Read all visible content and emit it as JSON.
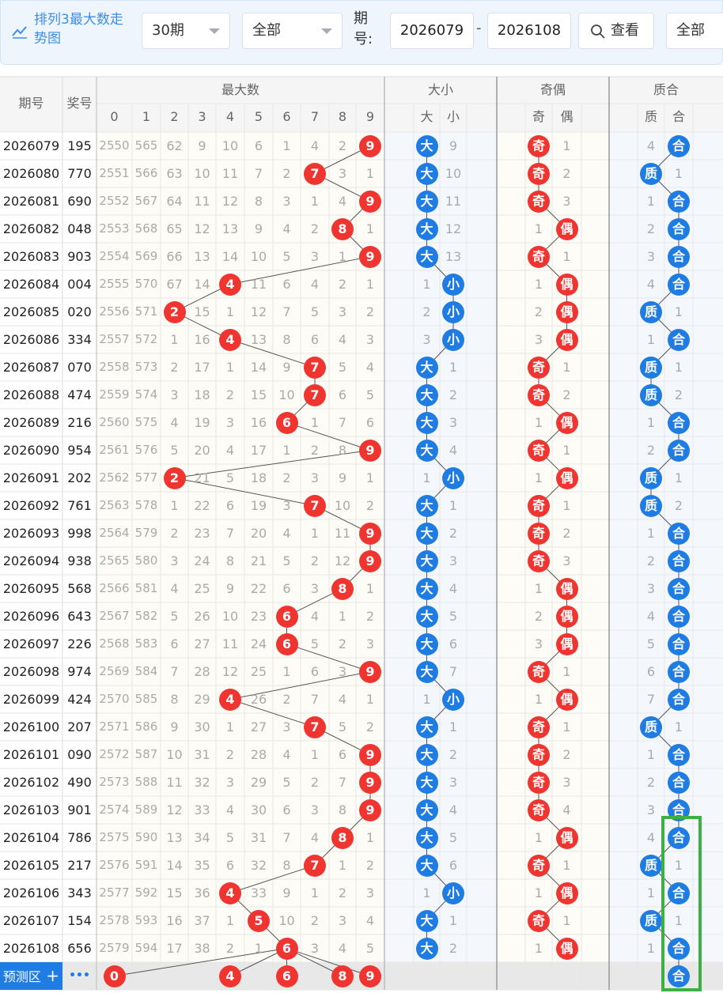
{
  "toolbar": {
    "title": "排列3最大数走势图",
    "period_select": "30期",
    "filter_select": "全部",
    "issue_label": "期号:",
    "issue_from": "2026079",
    "issue_to": "2026108",
    "dash": "-",
    "search_label": "查看",
    "filter_select2": "全部"
  },
  "header": {
    "issue": "期号",
    "prize": "奖号",
    "max_group": "最大数",
    "digits": [
      "0",
      "1",
      "2",
      "3",
      "4",
      "5",
      "6",
      "7",
      "8",
      "9"
    ],
    "size_group": "大小",
    "size_labels": [
      "大",
      "小"
    ],
    "odd_group": "奇偶",
    "odd_labels": [
      "奇",
      "偶"
    ],
    "prime_group": "质合",
    "prime_labels": [
      "质",
      "合"
    ]
  },
  "rows": [
    {
      "issue": "2026079",
      "prize": "195",
      "max": 9,
      "miss": [
        "2550",
        "565",
        "62",
        "9",
        "10",
        "6",
        "1",
        "4",
        "2",
        "9"
      ],
      "size": "大",
      "size_miss": [
        "大",
        "9"
      ],
      "odd": "奇",
      "odd_miss": [
        "奇",
        "1"
      ],
      "prime": "合",
      "prime_miss": [
        "4",
        "合"
      ]
    },
    {
      "issue": "2026080",
      "prize": "770",
      "max": 7,
      "miss": [
        "2551",
        "566",
        "63",
        "10",
        "11",
        "7",
        "2",
        "7",
        "3",
        "1"
      ],
      "size": "大",
      "size_miss": [
        "大",
        "10"
      ],
      "odd": "奇",
      "odd_miss": [
        "奇",
        "2"
      ],
      "prime": "质",
      "prime_miss": [
        "质",
        "1"
      ]
    },
    {
      "issue": "2026081",
      "prize": "690",
      "max": 9,
      "miss": [
        "2552",
        "567",
        "64",
        "11",
        "12",
        "8",
        "3",
        "1",
        "4",
        "9"
      ],
      "size": "大",
      "size_miss": [
        "大",
        "11"
      ],
      "odd": "奇",
      "odd_miss": [
        "奇",
        "3"
      ],
      "prime": "合",
      "prime_miss": [
        "1",
        "合"
      ]
    },
    {
      "issue": "2026082",
      "prize": "048",
      "max": 8,
      "miss": [
        "2553",
        "568",
        "65",
        "12",
        "13",
        "9",
        "4",
        "2",
        "8",
        "1"
      ],
      "size": "大",
      "size_miss": [
        "大",
        "12"
      ],
      "odd": "偶",
      "odd_miss": [
        "1",
        "偶"
      ],
      "prime": "合",
      "prime_miss": [
        "2",
        "合"
      ]
    },
    {
      "issue": "2026083",
      "prize": "903",
      "max": 9,
      "miss": [
        "2554",
        "569",
        "66",
        "13",
        "14",
        "10",
        "5",
        "3",
        "1",
        "9"
      ],
      "size": "大",
      "size_miss": [
        "大",
        "13"
      ],
      "odd": "奇",
      "odd_miss": [
        "奇",
        "1"
      ],
      "prime": "合",
      "prime_miss": [
        "3",
        "合"
      ]
    },
    {
      "issue": "2026084",
      "prize": "004",
      "max": 4,
      "miss": [
        "2555",
        "570",
        "67",
        "14",
        "4",
        "11",
        "6",
        "4",
        "2",
        "1"
      ],
      "size": "小",
      "size_miss": [
        "1",
        "小"
      ],
      "odd": "偶",
      "odd_miss": [
        "1",
        "偶"
      ],
      "prime": "合",
      "prime_miss": [
        "4",
        "合"
      ]
    },
    {
      "issue": "2026085",
      "prize": "020",
      "max": 2,
      "miss": [
        "2556",
        "571",
        "2",
        "15",
        "1",
        "12",
        "7",
        "5",
        "3",
        "2"
      ],
      "size": "小",
      "size_miss": [
        "2",
        "小"
      ],
      "odd": "偶",
      "odd_miss": [
        "2",
        "偶"
      ],
      "prime": "质",
      "prime_miss": [
        "质",
        "1"
      ]
    },
    {
      "issue": "2026086",
      "prize": "334",
      "max": 4,
      "miss": [
        "2557",
        "572",
        "1",
        "16",
        "4",
        "13",
        "8",
        "6",
        "4",
        "3"
      ],
      "size": "小",
      "size_miss": [
        "3",
        "小"
      ],
      "odd": "偶",
      "odd_miss": [
        "3",
        "偶"
      ],
      "prime": "合",
      "prime_miss": [
        "1",
        "合"
      ]
    },
    {
      "issue": "2026087",
      "prize": "070",
      "max": 7,
      "miss": [
        "2558",
        "573",
        "2",
        "17",
        "1",
        "14",
        "9",
        "7",
        "5",
        "4"
      ],
      "size": "大",
      "size_miss": [
        "大",
        "1"
      ],
      "odd": "奇",
      "odd_miss": [
        "奇",
        "1"
      ],
      "prime": "质",
      "prime_miss": [
        "质",
        "1"
      ]
    },
    {
      "issue": "2026088",
      "prize": "474",
      "max": 7,
      "miss": [
        "2559",
        "574",
        "3",
        "18",
        "2",
        "15",
        "10",
        "7",
        "6",
        "5"
      ],
      "size": "大",
      "size_miss": [
        "大",
        "2"
      ],
      "odd": "奇",
      "odd_miss": [
        "奇",
        "2"
      ],
      "prime": "质",
      "prime_miss": [
        "质",
        "2"
      ]
    },
    {
      "issue": "2026089",
      "prize": "216",
      "max": 6,
      "miss": [
        "2560",
        "575",
        "4",
        "19",
        "3",
        "16",
        "6",
        "1",
        "7",
        "6"
      ],
      "size": "大",
      "size_miss": [
        "大",
        "3"
      ],
      "odd": "偶",
      "odd_miss": [
        "1",
        "偶"
      ],
      "prime": "合",
      "prime_miss": [
        "1",
        "合"
      ]
    },
    {
      "issue": "2026090",
      "prize": "954",
      "max": 9,
      "miss": [
        "2561",
        "576",
        "5",
        "20",
        "4",
        "17",
        "1",
        "2",
        "8",
        "9"
      ],
      "size": "大",
      "size_miss": [
        "大",
        "4"
      ],
      "odd": "奇",
      "odd_miss": [
        "奇",
        "1"
      ],
      "prime": "合",
      "prime_miss": [
        "2",
        "合"
      ]
    },
    {
      "issue": "2026091",
      "prize": "202",
      "max": 2,
      "miss": [
        "2562",
        "577",
        "2",
        "21",
        "5",
        "18",
        "2",
        "3",
        "9",
        "1"
      ],
      "size": "小",
      "size_miss": [
        "1",
        "小"
      ],
      "odd": "偶",
      "odd_miss": [
        "1",
        "偶"
      ],
      "prime": "质",
      "prime_miss": [
        "质",
        "1"
      ]
    },
    {
      "issue": "2026092",
      "prize": "761",
      "max": 7,
      "miss": [
        "2563",
        "578",
        "1",
        "22",
        "6",
        "19",
        "3",
        "7",
        "10",
        "2"
      ],
      "size": "大",
      "size_miss": [
        "大",
        "1"
      ],
      "odd": "奇",
      "odd_miss": [
        "奇",
        "1"
      ],
      "prime": "质",
      "prime_miss": [
        "质",
        "2"
      ]
    },
    {
      "issue": "2026093",
      "prize": "998",
      "max": 9,
      "miss": [
        "2564",
        "579",
        "2",
        "23",
        "7",
        "20",
        "4",
        "1",
        "11",
        "9"
      ],
      "size": "大",
      "size_miss": [
        "大",
        "2"
      ],
      "odd": "奇",
      "odd_miss": [
        "奇",
        "2"
      ],
      "prime": "合",
      "prime_miss": [
        "1",
        "合"
      ]
    },
    {
      "issue": "2026094",
      "prize": "938",
      "max": 9,
      "miss": [
        "2565",
        "580",
        "3",
        "24",
        "8",
        "21",
        "5",
        "2",
        "12",
        "9"
      ],
      "size": "大",
      "size_miss": [
        "大",
        "3"
      ],
      "odd": "奇",
      "odd_miss": [
        "奇",
        "3"
      ],
      "prime": "合",
      "prime_miss": [
        "2",
        "合"
      ]
    },
    {
      "issue": "2026095",
      "prize": "568",
      "max": 8,
      "miss": [
        "2566",
        "581",
        "4",
        "25",
        "9",
        "22",
        "6",
        "3",
        "8",
        "1"
      ],
      "size": "大",
      "size_miss": [
        "大",
        "4"
      ],
      "odd": "偶",
      "odd_miss": [
        "1",
        "偶"
      ],
      "prime": "合",
      "prime_miss": [
        "3",
        "合"
      ]
    },
    {
      "issue": "2026096",
      "prize": "643",
      "max": 6,
      "miss": [
        "2567",
        "582",
        "5",
        "26",
        "10",
        "23",
        "6",
        "4",
        "1",
        "2"
      ],
      "size": "大",
      "size_miss": [
        "大",
        "5"
      ],
      "odd": "偶",
      "odd_miss": [
        "2",
        "偶"
      ],
      "prime": "合",
      "prime_miss": [
        "4",
        "合"
      ]
    },
    {
      "issue": "2026097",
      "prize": "226",
      "max": 6,
      "miss": [
        "2568",
        "583",
        "6",
        "27",
        "11",
        "24",
        "6",
        "5",
        "2",
        "3"
      ],
      "size": "大",
      "size_miss": [
        "大",
        "6"
      ],
      "odd": "偶",
      "odd_miss": [
        "3",
        "偶"
      ],
      "prime": "合",
      "prime_miss": [
        "5",
        "合"
      ]
    },
    {
      "issue": "2026098",
      "prize": "974",
      "max": 9,
      "miss": [
        "2569",
        "584",
        "7",
        "28",
        "12",
        "25",
        "1",
        "6",
        "3",
        "9"
      ],
      "size": "大",
      "size_miss": [
        "大",
        "7"
      ],
      "odd": "奇",
      "odd_miss": [
        "奇",
        "1"
      ],
      "prime": "合",
      "prime_miss": [
        "6",
        "合"
      ]
    },
    {
      "issue": "2026099",
      "prize": "424",
      "max": 4,
      "miss": [
        "2570",
        "585",
        "8",
        "29",
        "4",
        "26",
        "2",
        "7",
        "4",
        "1"
      ],
      "size": "小",
      "size_miss": [
        "1",
        "小"
      ],
      "odd": "偶",
      "odd_miss": [
        "1",
        "偶"
      ],
      "prime": "合",
      "prime_miss": [
        "7",
        "合"
      ]
    },
    {
      "issue": "2026100",
      "prize": "207",
      "max": 7,
      "miss": [
        "2571",
        "586",
        "9",
        "30",
        "1",
        "27",
        "3",
        "7",
        "5",
        "2"
      ],
      "size": "大",
      "size_miss": [
        "大",
        "1"
      ],
      "odd": "奇",
      "odd_miss": [
        "奇",
        "1"
      ],
      "prime": "质",
      "prime_miss": [
        "质",
        "1"
      ]
    },
    {
      "issue": "2026101",
      "prize": "090",
      "max": 9,
      "miss": [
        "2572",
        "587",
        "10",
        "31",
        "2",
        "28",
        "4",
        "1",
        "6",
        "9"
      ],
      "size": "大",
      "size_miss": [
        "大",
        "2"
      ],
      "odd": "奇",
      "odd_miss": [
        "奇",
        "2"
      ],
      "prime": "合",
      "prime_miss": [
        "1",
        "合"
      ]
    },
    {
      "issue": "2026102",
      "prize": "490",
      "max": 9,
      "miss": [
        "2573",
        "588",
        "11",
        "32",
        "3",
        "29",
        "5",
        "2",
        "7",
        "9"
      ],
      "size": "大",
      "size_miss": [
        "大",
        "3"
      ],
      "odd": "奇",
      "odd_miss": [
        "奇",
        "3"
      ],
      "prime": "合",
      "prime_miss": [
        "2",
        "合"
      ]
    },
    {
      "issue": "2026103",
      "prize": "901",
      "max": 9,
      "miss": [
        "2574",
        "589",
        "12",
        "33",
        "4",
        "30",
        "6",
        "3",
        "8",
        "9"
      ],
      "size": "大",
      "size_miss": [
        "大",
        "4"
      ],
      "odd": "奇",
      "odd_miss": [
        "奇",
        "4"
      ],
      "prime": "合",
      "prime_miss": [
        "3",
        "合"
      ]
    },
    {
      "issue": "2026104",
      "prize": "786",
      "max": 8,
      "miss": [
        "2575",
        "590",
        "13",
        "34",
        "5",
        "31",
        "7",
        "4",
        "8",
        "1"
      ],
      "size": "大",
      "size_miss": [
        "大",
        "5"
      ],
      "odd": "偶",
      "odd_miss": [
        "1",
        "偶"
      ],
      "prime": "合",
      "prime_miss": [
        "4",
        "合"
      ]
    },
    {
      "issue": "2026105",
      "prize": "217",
      "max": 7,
      "miss": [
        "2576",
        "591",
        "14",
        "35",
        "6",
        "32",
        "8",
        "7",
        "1",
        "2"
      ],
      "size": "大",
      "size_miss": [
        "大",
        "6"
      ],
      "odd": "奇",
      "odd_miss": [
        "奇",
        "1"
      ],
      "prime": "质",
      "prime_miss": [
        "质",
        "1"
      ]
    },
    {
      "issue": "2026106",
      "prize": "343",
      "max": 4,
      "miss": [
        "2577",
        "592",
        "15",
        "36",
        "4",
        "33",
        "9",
        "1",
        "2",
        "3"
      ],
      "size": "小",
      "size_miss": [
        "1",
        "小"
      ],
      "odd": "偶",
      "odd_miss": [
        "1",
        "偶"
      ],
      "prime": "合",
      "prime_miss": [
        "1",
        "合"
      ]
    },
    {
      "issue": "2026107",
      "prize": "154",
      "max": 5,
      "miss": [
        "2578",
        "593",
        "16",
        "37",
        "1",
        "5",
        "10",
        "2",
        "3",
        "4"
      ],
      "size": "大",
      "size_miss": [
        "大",
        "1"
      ],
      "odd": "奇",
      "odd_miss": [
        "奇",
        "1"
      ],
      "prime": "质",
      "prime_miss": [
        "质",
        "1"
      ]
    },
    {
      "issue": "2026108",
      "prize": "656",
      "max": 6,
      "miss": [
        "2579",
        "594",
        "17",
        "38",
        "2",
        "1",
        "6",
        "3",
        "4",
        "5"
      ],
      "size": "大",
      "size_miss": [
        "大",
        "2"
      ],
      "odd": "偶",
      "odd_miss": [
        "1",
        "偶"
      ],
      "prime": "合",
      "prime_miss": [
        "1",
        "合"
      ]
    }
  ],
  "predict": {
    "label": "预测区",
    "plus": "+",
    "more": "•••",
    "balls": [
      "0",
      "4",
      "6",
      "8",
      "9"
    ],
    "prime": "合"
  },
  "colors": {
    "red": "#f0342f",
    "blue": "#1f7ce3",
    "highlight": "#3cb043"
  }
}
